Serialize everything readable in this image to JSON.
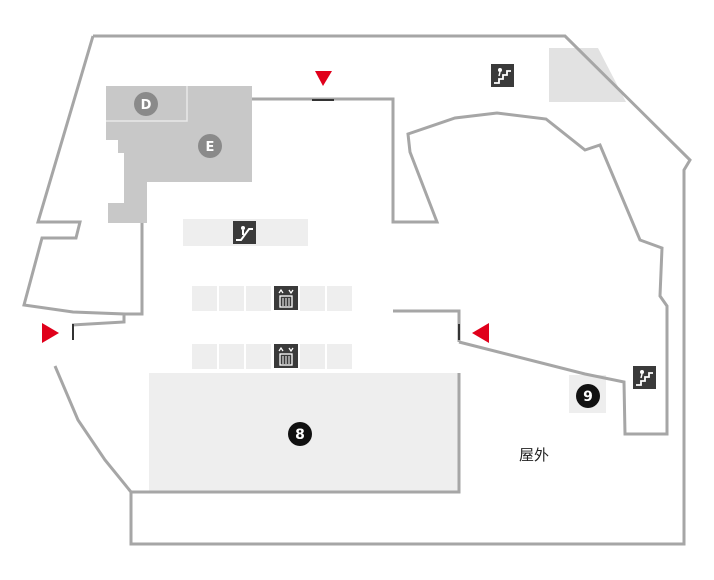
{
  "map": {
    "zone_labels": {
      "d": "D",
      "e": "E"
    },
    "area_numbers": {
      "area8": "8",
      "area9": "9"
    },
    "outdoor_label": "屋外",
    "icons": {
      "escalator": "escalator-icon",
      "elevator": "elevator-icon",
      "stairs": "stairs-icon",
      "entrance": "entrance-arrow-icon"
    },
    "colors": {
      "wall": "#a6a6a6",
      "zone_fill": "#c8c8c8",
      "area_fill": "#eeeeee",
      "stair_zone_fill": "#e2e2e2",
      "icon_bg": "#3a3a3a",
      "badge_dark": "#111111",
      "badge_grey": "#8a8a8a",
      "entrance_arrow": "#e0001b"
    }
  }
}
